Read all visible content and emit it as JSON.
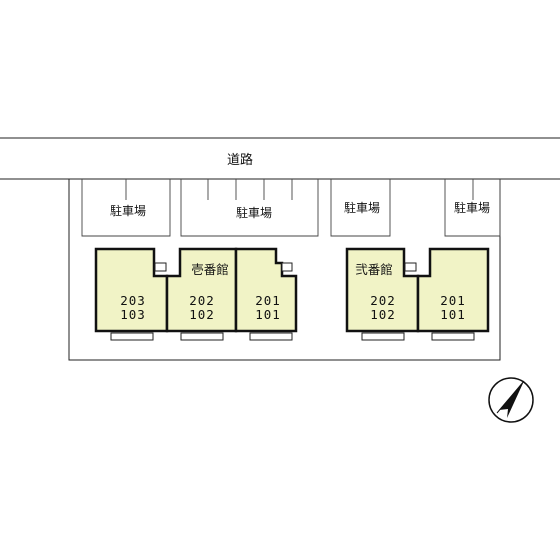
{
  "road": {
    "label": "道路"
  },
  "parking": [
    {
      "label": "駐車場"
    },
    {
      "label": "駐車場"
    },
    {
      "label": "駐車場"
    },
    {
      "label": "駐車場"
    }
  ],
  "buildings": [
    {
      "name": "壱番館",
      "units": [
        {
          "upper": "203",
          "lower": "103"
        },
        {
          "upper": "202",
          "lower": "102"
        },
        {
          "upper": "201",
          "lower": "101"
        }
      ]
    },
    {
      "name": "弐番館",
      "units": [
        {
          "upper": "202",
          "lower": "102"
        },
        {
          "upper": "201",
          "lower": "101"
        }
      ]
    }
  ],
  "colors": {
    "building_fill": "#f1f3c6",
    "line": "#222222",
    "outline": "#111111"
  },
  "compass": {
    "icon": "north-arrow-icon"
  }
}
